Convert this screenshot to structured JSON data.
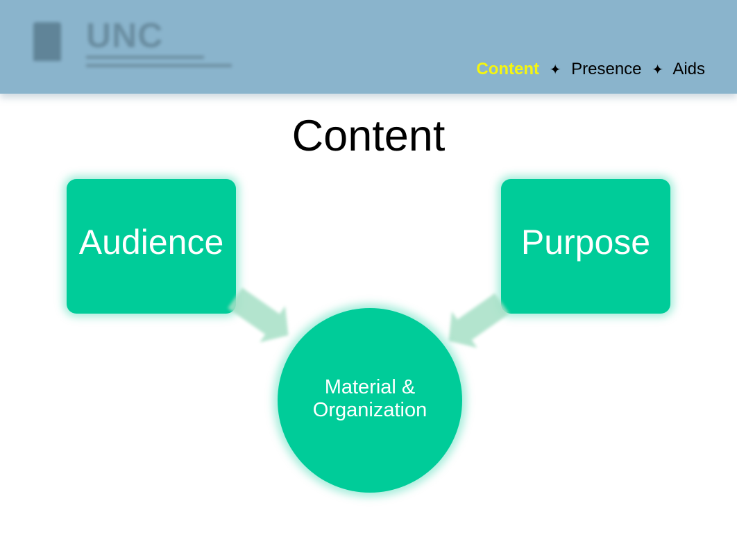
{
  "header": {
    "logo_text": "UNC",
    "nav": {
      "active": "Content",
      "separator": "✦",
      "items": [
        "Presence",
        "Aids"
      ]
    }
  },
  "slide": {
    "title": "Content",
    "audience": "Audience",
    "purpose": "Purpose",
    "center_line1": "Material &",
    "center_line2": "Organization"
  },
  "colors": {
    "header_band": "#8ab4cc",
    "active_nav": "#f5f50f",
    "shape_fill": "#00cc99",
    "arrow_fill": "#a6e0c6"
  }
}
